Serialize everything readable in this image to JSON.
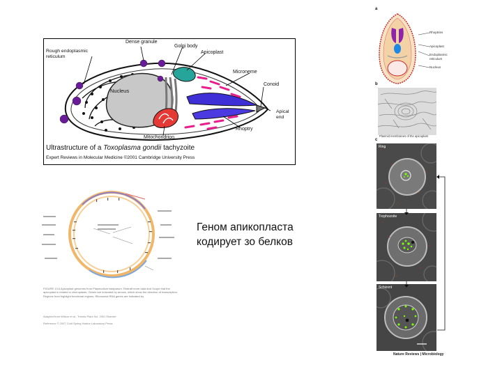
{
  "toxo": {
    "labels": {
      "dense_granule": "Dense granule",
      "golgi_body": "Golgi body",
      "rough_er": "Rough endoplasmic\nreticulum",
      "apicoplast": "Apicoplast",
      "microneme": "Microneme",
      "nucleus": "Nucleus",
      "conoid": "Conoid",
      "apical_end": "Apical\nend",
      "rhoptry": "Rhoptry",
      "mitochondrion": "Mitochondrion"
    },
    "title_prefix": "Ultrastructure of a ",
    "title_species": "Toxoplasma gondii",
    "title_suffix": " tachyzoite",
    "credit": "Expert Reviews in Molecular Medicine ©2001 Cambridge University Press"
  },
  "caption": {
    "line1": "Геном апикопласта",
    "line2": "кодирует зо белков"
  },
  "plasmodium": {
    "panel_a": "a",
    "panel_b": "b",
    "panel_c": "c",
    "labels_a": {
      "rhoptries": "Rhoptries",
      "apicoplast": "Apicoplast",
      "endoplasmic": "Endoplasmic\nreticulum",
      "nucleus": "Nucleus"
    },
    "micro_caption": "Plasmid membranes of the apicoplast",
    "stages": [
      "Ring",
      "Trophozoite",
      "Schizont"
    ],
    "credit": "Nature Reviews | Microbiology"
  },
  "genome": {
    "figure_text": "FIGURE 13.6 Apicoplast genomes from Plasmodium falciparum. Redraft more data and Scope that the apicoplast is related to chloroplasts. Genes are indicated by arrows, which show the direction of transcription. Regions from highlight functional regions. Ribosomal RNA genes are indicated by",
    "adapted": "Adapted from Wilson et al., Trends Plant Sci. 2001 Elsevier",
    "copyright": "Reference © 2007 Cold Spring Harbor Laboratory Press"
  }
}
